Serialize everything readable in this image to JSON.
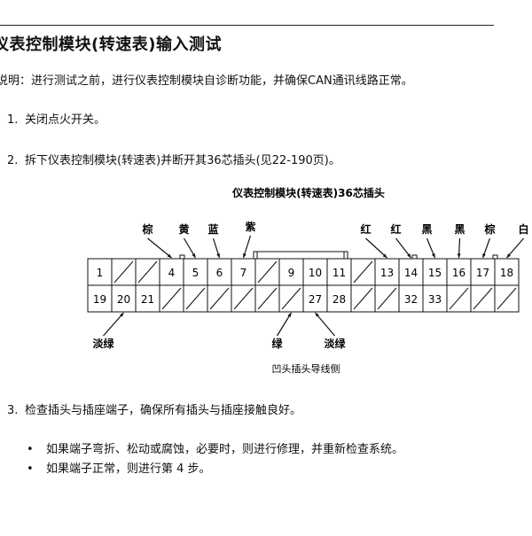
{
  "title": "仪表控制模块(转速表)输入测试",
  "note": "说明：进行测试之前，进行仪表控制模块自诊断功能，并确保CAN通讯线路正常。",
  "steps": [
    {
      "num": "1.",
      "text": "关闭点火开关。"
    },
    {
      "num": "2.",
      "text": "拆下仪表控制模块(转速表)并断开其36芯插头(见22-190页)。"
    },
    {
      "num": "3.",
      "text": "检查插头与插座端子，确保所有插头与插座接触良好。"
    }
  ],
  "bullets": [
    {
      "dot": "•",
      "text": "如果端子弯折、松动或腐蚀，必要时，则进行修理，并重新检查系统。"
    },
    {
      "dot": "•",
      "text": "如果端子正常，则进行第 4 步。"
    }
  ],
  "connector": {
    "title": "仪表控制模块(转速表)36芯插头",
    "caption": "凹头插头导线侧",
    "top_labels": {
      "p4": "棕",
      "p5": "黄",
      "p6": "蓝",
      "p7": "紫",
      "p13": "红",
      "p14": "红",
      "p15": "黑",
      "p16": "黑",
      "p17": "棕",
      "p18": "白"
    },
    "bottom_labels": {
      "p20": "淡绿",
      "p27": "绿",
      "p28": "淡绿"
    },
    "row1": [
      "1",
      "",
      "",
      "4",
      "5",
      "6",
      "7",
      "",
      "9",
      "10",
      "11",
      "",
      "13",
      "14",
      "15",
      "16",
      "17",
      "18"
    ],
    "row2": [
      "19",
      "20",
      "21",
      "",
      "",
      "",
      "",
      "",
      "",
      "27",
      "28",
      "",
      "",
      "32",
      "33",
      "",
      "",
      ""
    ]
  }
}
